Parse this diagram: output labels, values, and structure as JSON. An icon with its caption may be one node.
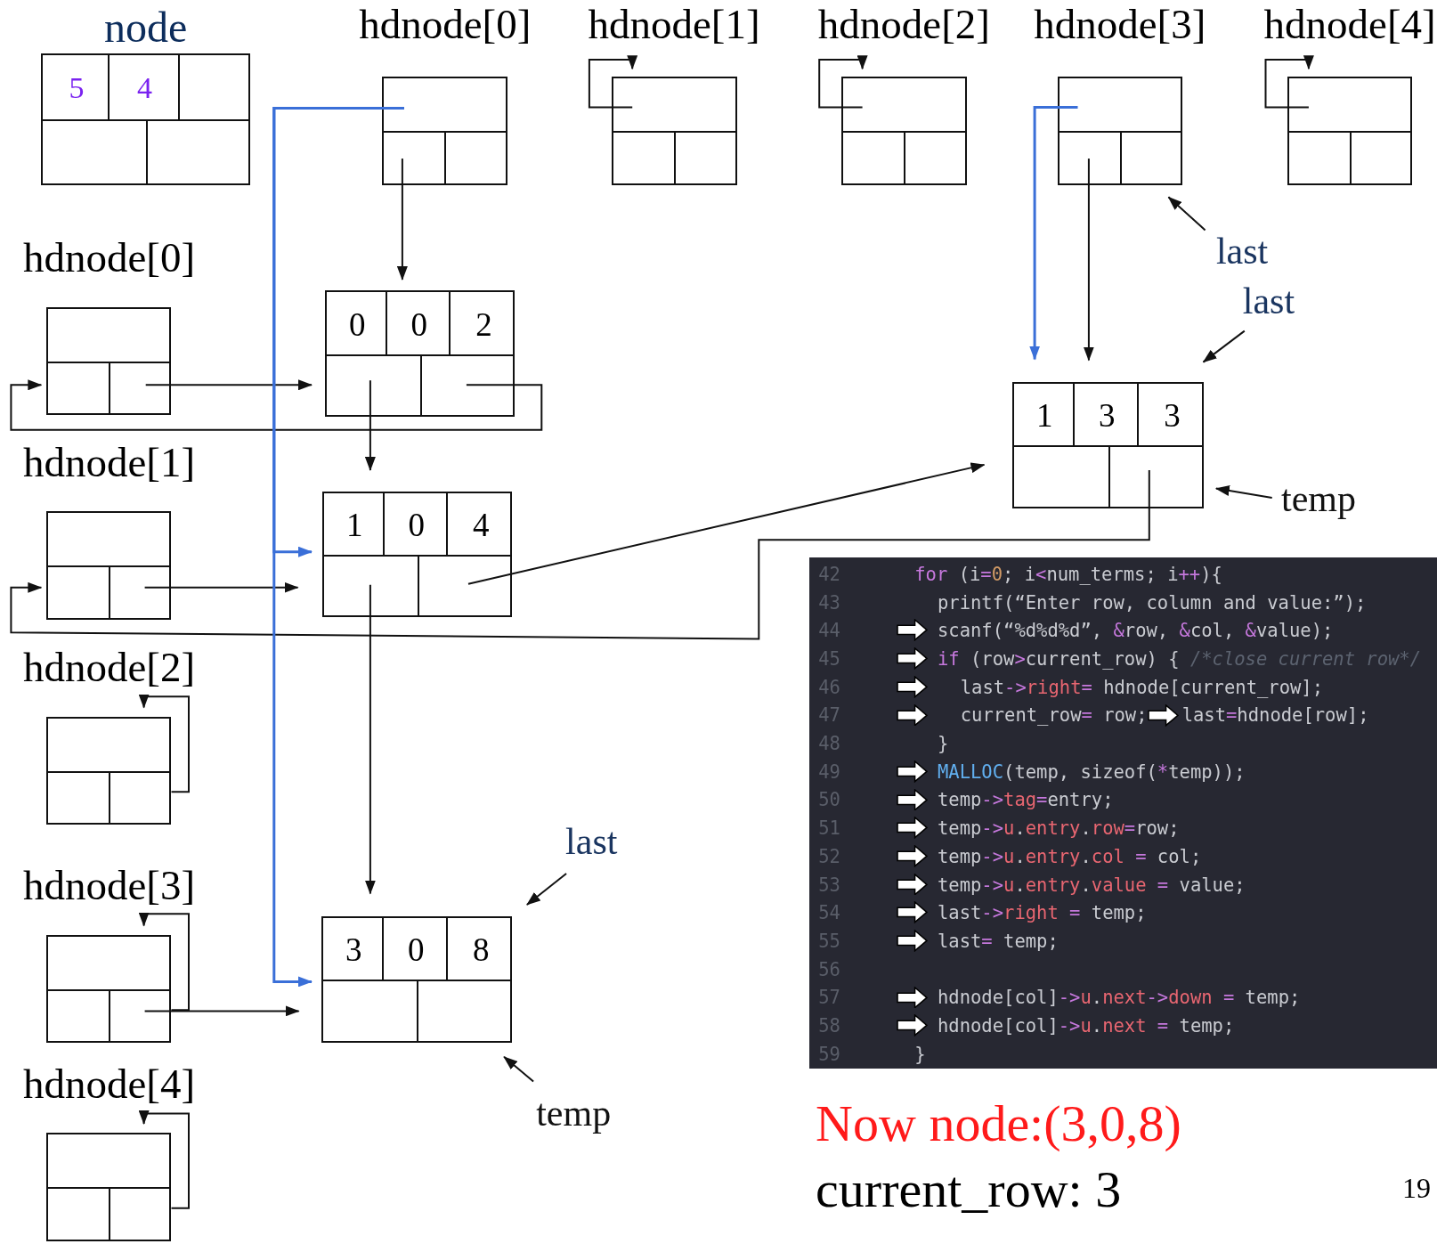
{
  "diagram": {
    "nodes": [
      {
        "text": [
          "node",
          "5",
          "4"
        ]
      },
      {
        "text": [
          "hdnode[0]"
        ]
      },
      {
        "text": [
          "hdnode[1]"
        ]
      },
      {
        "text": [
          "hdnode[2]"
        ]
      },
      {
        "text": [
          "hdnode[3]"
        ]
      },
      {
        "text": [
          "hdnode[4]"
        ]
      },
      {
        "text": [
          "hdnode[0]"
        ]
      },
      {
        "text": [
          "hdnode[1]"
        ]
      },
      {
        "text": [
          "hdnode[2]"
        ]
      },
      {
        "text": [
          "hdnode[3]"
        ]
      },
      {
        "text": [
          "hdnode[4]"
        ]
      },
      {
        "text": [
          "0",
          "0",
          "2"
        ]
      },
      {
        "text": [
          "1",
          "0",
          "4"
        ]
      },
      {
        "text": [
          "3",
          "0",
          "8"
        ]
      },
      {
        "text": [
          "1",
          "3",
          "3"
        ]
      },
      {
        "text": [
          "last"
        ]
      },
      {
        "text": [
          "last"
        ]
      },
      {
        "text": [
          "temp"
        ]
      },
      {
        "text": [
          "last"
        ]
      },
      {
        "text": [
          "temp"
        ]
      },
      {
        "text": [
          "42",
          "for (i=0; i<num_terms; i++){",
          "43",
          "printf(“Enter row, column and value:”);",
          "44",
          "scanf(“%d%d%d”, &row, &col, &value);",
          "45",
          "if (row>current_row) { /*close current row*/",
          "46",
          "last->right= hdnode[current_row];",
          "47",
          "current_row= row;",
          "last=hdnode[row];",
          "48",
          "}",
          "49",
          "MALLOC(temp, sizeof(*temp));",
          "50",
          "temp->tag=entry;",
          "51",
          "temp->u.entry.row=row;",
          "52",
          "temp->u.entry.col = col;",
          "53",
          "temp->u.entry.value = value;",
          "54",
          "last->right = temp;",
          "55",
          "last= temp;",
          "56",
          "57",
          "hdnode[col]->u.next->down = temp;",
          "58",
          "hdnode[col]->u.next = temp;",
          "59",
          "}"
        ]
      }
    ],
    "edges": [
      {
        "from": 1,
        "to": 11,
        "arrow": "to"
      },
      {
        "from": 6,
        "to": 11,
        "arrow": "to"
      },
      {
        "from": 11,
        "to": 6,
        "arrow": "to"
      },
      {
        "from": 11,
        "to": 12,
        "arrow": "to"
      },
      {
        "from": 7,
        "to": 12,
        "arrow": "to"
      },
      {
        "from": 12,
        "to": 14,
        "arrow": "to"
      },
      {
        "from": 14,
        "to": 7,
        "arrow": "to"
      },
      {
        "from": 12,
        "to": 13,
        "arrow": "to"
      },
      {
        "from": 9,
        "to": 13,
        "arrow": "to"
      },
      {
        "from": 4,
        "to": 14,
        "arrow": "to"
      },
      {
        "from": 1,
        "to": 12,
        "arrow": "to",
        "color": "#3a6fd8"
      },
      {
        "from": 1,
        "to": 13,
        "arrow": "to",
        "color": "#3a6fd8"
      },
      {
        "from": 4,
        "to": 14,
        "arrow": "to",
        "color": "#3a6fd8"
      },
      {
        "from": 2,
        "to": 2,
        "arrow": "to"
      },
      {
        "from": 3,
        "to": 3,
        "arrow": "to"
      },
      {
        "from": 5,
        "to": 5,
        "arrow": "to"
      },
      {
        "from": 8,
        "to": 8,
        "arrow": "to"
      },
      {
        "from": 9,
        "to": 9,
        "arrow": "to"
      },
      {
        "from": 10,
        "to": 10,
        "arrow": "to"
      },
      {
        "from": 15,
        "to": 4,
        "arrow": "to"
      },
      {
        "from": 16,
        "to": 14,
        "arrow": "to"
      },
      {
        "from": 17,
        "to": 14,
        "arrow": "to"
      },
      {
        "from": 18,
        "to": 13,
        "arrow": "to"
      },
      {
        "from": 19,
        "to": 13,
        "arrow": "to"
      }
    ],
    "labels": [
      "Now node:(3,0,8)",
      "current_row: 3",
      "19"
    ]
  }
}
